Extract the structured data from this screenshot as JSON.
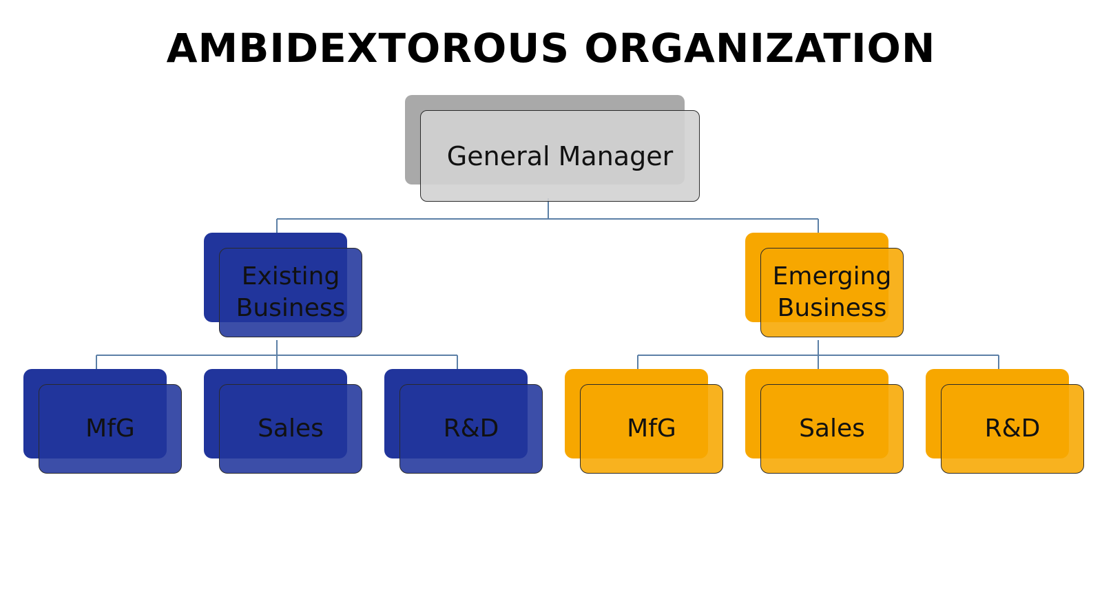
{
  "title": "AMBIDEXTOROUS ORGANIZATION",
  "colors": {
    "existing": "#21359c",
    "emerging": "#f7a700",
    "manager": "#a9a9a9",
    "connector": "#5b7fa6"
  },
  "root": {
    "label": "General Manager"
  },
  "branches": [
    {
      "label": "Existing\nBusiness",
      "children": [
        "MfG",
        "Sales",
        "R&D"
      ]
    },
    {
      "label": "Emerging\nBusiness",
      "children": [
        "MfG",
        "Sales",
        "R&D"
      ]
    }
  ]
}
